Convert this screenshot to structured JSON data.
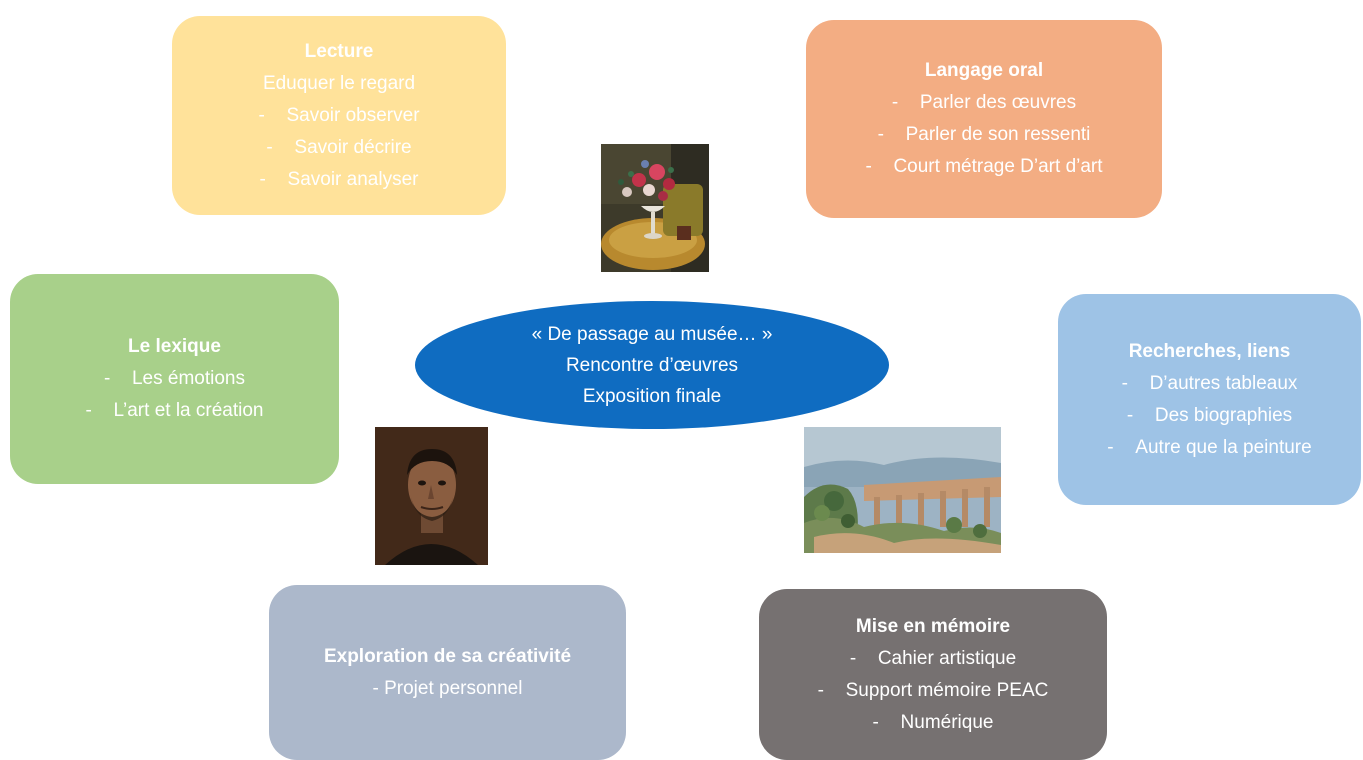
{
  "center": {
    "line1": "« De passage au musée… »",
    "line2": "Rencontre d’œuvres",
    "line3": "Exposition finale"
  },
  "lecture": {
    "title": "Lecture",
    "subtitle": "Eduquer le regard",
    "items": [
      "Savoir observer",
      "Savoir décrire",
      "Savoir analyser"
    ]
  },
  "langage": {
    "title": "Langage oral",
    "items": [
      "Parler des œuvres",
      "Parler de son ressenti",
      "Court métrage D’art d’art"
    ]
  },
  "lexique": {
    "title": "Le lexique",
    "items": [
      "Les émotions",
      "L’art et la création"
    ]
  },
  "recherches": {
    "title": "Recherches, liens",
    "items": [
      "D’autres tableaux",
      "Des biographies",
      "Autre que la peinture"
    ]
  },
  "exploration": {
    "title": "Exploration de sa créativité",
    "items": [
      "Projet personnel"
    ]
  },
  "memoire": {
    "title": "Mise en mémoire",
    "items": [
      "Cahier artistique",
      "Support mémoire PEAC",
      "Numérique"
    ]
  },
  "bullet": "-",
  "colors": {
    "lecture": "#ffe29a",
    "langage": "#f3ad83",
    "lexique": "#a8d08a",
    "recherches": "#9ec3e6",
    "exploration": "#acb8cb",
    "memoire": "#767171",
    "center": "#0f6cc1"
  }
}
